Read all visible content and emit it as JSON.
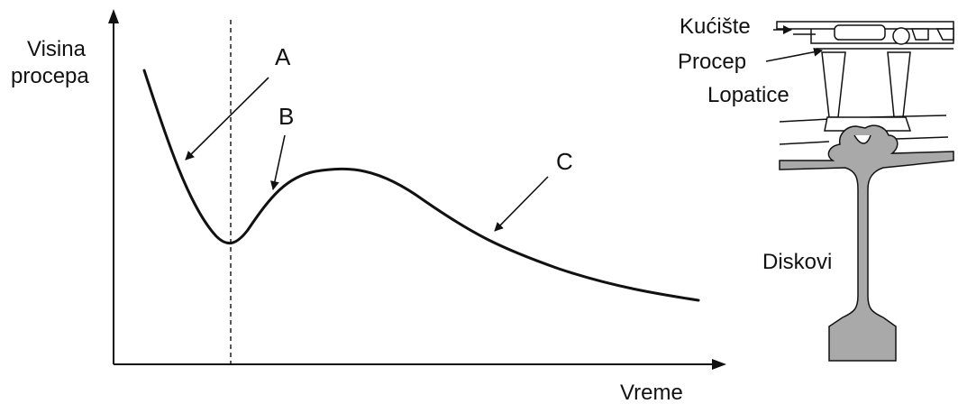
{
  "axes": {
    "y_label_line1": "Visina",
    "y_label_line2": "procepa",
    "x_label": "Vreme"
  },
  "markers": {
    "a": "A",
    "b": "B",
    "c": "C"
  },
  "turbine": {
    "casing": "Kućište",
    "gap": "Procep",
    "blades": "Lopatice",
    "disks": "Diskovi"
  },
  "colors": {
    "line": "#111111",
    "disk_fill": "#a9a9a9"
  }
}
